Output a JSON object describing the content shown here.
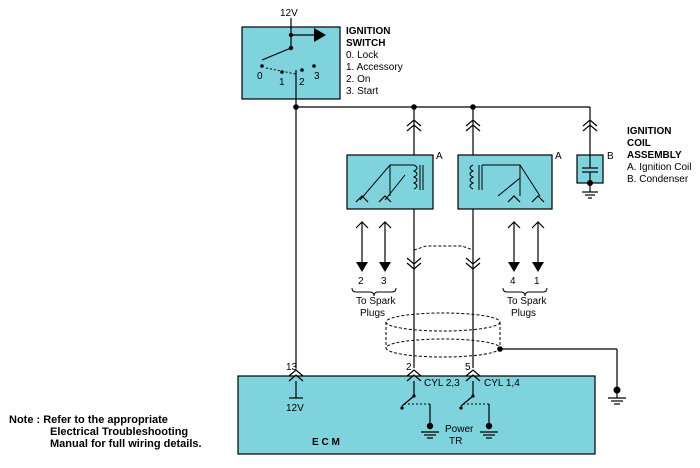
{
  "switch": {
    "voltage": "12V",
    "title_line1": "IGNITION",
    "title_line2": "SWITCH",
    "positions": [
      "0. Lock",
      "1. Accessory",
      "2. On",
      "3. Start"
    ],
    "pos0": "0",
    "pos1": "1",
    "pos2": "2",
    "pos3": "3"
  },
  "coil": {
    "title_line1": "IGNITION",
    "title_line2": "COIL",
    "title_line3": "ASSEMBLY",
    "item_a": "A. Ignition Coil",
    "item_b": "B. Condenser",
    "label_a": "A",
    "label_b": "B"
  },
  "plugs_left": {
    "pin_a": "2",
    "pin_b": "3",
    "line1": "To Spark",
    "line2": "Plugs"
  },
  "plugs_right": {
    "pin_a": "4",
    "pin_b": "1",
    "line1": "To Spark",
    "line2": "Plugs"
  },
  "ecm": {
    "name": "E C M",
    "pin_13": "13",
    "pin_2": "2",
    "pin_5": "5",
    "voltage": "12V",
    "cyl_a": "CYL 2,3",
    "cyl_b": "CYL 1,4",
    "power_line1": "Power",
    "power_line2": "TR"
  },
  "note": {
    "line1": "Note : Refer to the appropriate",
    "line2": "Electrical Troubleshooting",
    "line3": "Manual for full wiring details."
  }
}
